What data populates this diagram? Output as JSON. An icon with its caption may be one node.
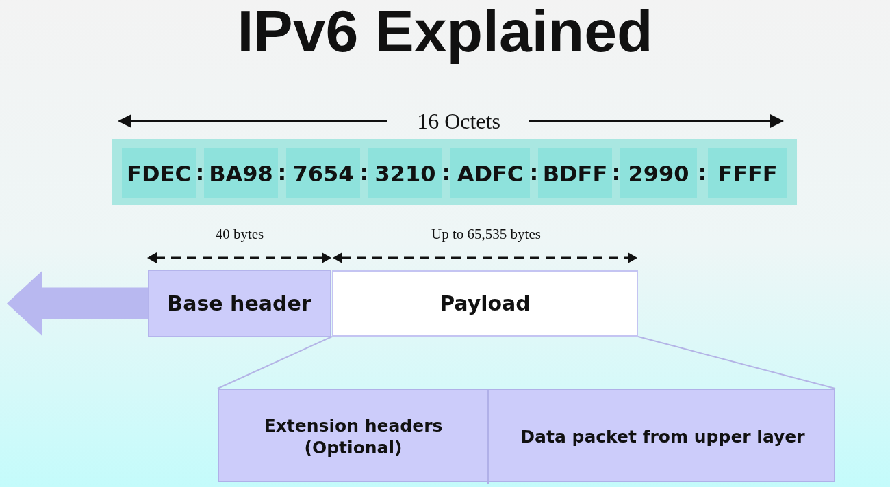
{
  "diagram": {
    "title": "IPv6 Explained",
    "nodes": [
      {
        "text": [],
        "shape": "bar"
      },
      {
        "text": [
          "FDEC"
        ],
        "in": 0
      },
      {
        "text": [
          "BA98"
        ],
        "in": 0
      },
      {
        "text": [
          "7654"
        ],
        "in": 0
      },
      {
        "text": [
          "3210"
        ],
        "in": 0
      },
      {
        "text": [
          "ADFC"
        ],
        "in": 0
      },
      {
        "text": [
          "BDFF"
        ],
        "in": 0
      },
      {
        "text": [
          "2990"
        ],
        "in": 0
      },
      {
        "text": [
          "FFFF"
        ],
        "in": 0
      },
      {
        "text": [
          "Base header"
        ]
      },
      {
        "text": [
          "Payload"
        ]
      },
      {
        "text": [],
        "shape": "box"
      },
      {
        "text": [
          "Extension headers (Optional)"
        ],
        "in": 11
      },
      {
        "text": [
          "Data packet from upper layer"
        ],
        "in": 11
      }
    ],
    "edges": [
      {
        "from": 9,
        "to": null,
        "arrow": "to",
        "style": "thick"
      },
      {
        "from": 10,
        "to": 11,
        "arrow": "none"
      },
      {
        "from": 10,
        "to": 11,
        "arrow": "none"
      }
    ],
    "labels": [
      "16 Octets",
      ":",
      ":",
      ":",
      ":",
      ":",
      ":",
      ":",
      "40 bytes",
      "Up to 65,535 bytes"
    ]
  }
}
